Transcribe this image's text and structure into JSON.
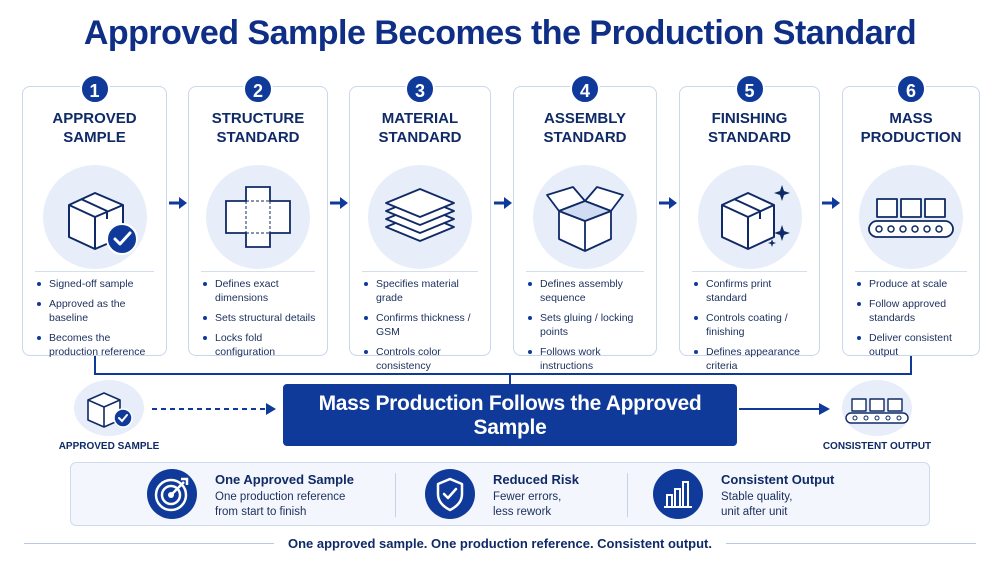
{
  "title": "Approved Sample Becomes the Production Standard",
  "steps": [
    {
      "number": "1",
      "title": "APPROVED\nSAMPLE",
      "bullets": [
        "Signed-off sample",
        "Approved as the baseline",
        "Becomes the production reference"
      ]
    },
    {
      "number": "2",
      "title": "STRUCTURE\nSTANDARD",
      "bullets": [
        "Defines exact dimensions",
        "Sets structural details",
        "Locks fold configuration"
      ]
    },
    {
      "number": "3",
      "title": "MATERIAL\nSTANDARD",
      "bullets": [
        "Specifies material grade",
        "Confirms thickness / GSM",
        "Controls color consistency"
      ]
    },
    {
      "number": "4",
      "title": "ASSEMBLY\nSTANDARD",
      "bullets": [
        "Defines assembly sequence",
        "Sets gluing / locking points",
        "Follows work instructions"
      ]
    },
    {
      "number": "5",
      "title": "FINISHING\nSTANDARD",
      "bullets": [
        "Confirms print standard",
        "Controls coating / finishing",
        "Defines appearance criteria"
      ]
    },
    {
      "number": "6",
      "title": "MASS\nPRODUCTION",
      "bullets": [
        "Produce at scale",
        "Follow approved standards",
        "Deliver consistent output"
      ]
    }
  ],
  "flow": {
    "left_label": "APPROVED SAMPLE",
    "banner_title": "Mass Production Follows the Approved Sample",
    "banner_subtitle": "Every unit is produced to the same approved standard.",
    "right_label": "CONSISTENT OUTPUT"
  },
  "benefits": [
    {
      "title": "One Approved Sample",
      "description": "One production reference\nfrom start to finish",
      "icon": "target-icon"
    },
    {
      "title": "Reduced Risk",
      "description": "Fewer errors,\nless rework",
      "icon": "shield-check-icon"
    },
    {
      "title": "Consistent Output",
      "description": "Stable quality,\nunit after unit",
      "icon": "bar-chart-icon"
    }
  ],
  "footer": "One approved sample. One production reference. Consistent output.",
  "colors": {
    "primary": "#0f3a9a",
    "title": "#0f2f86",
    "light_bg": "#e8eef9"
  }
}
